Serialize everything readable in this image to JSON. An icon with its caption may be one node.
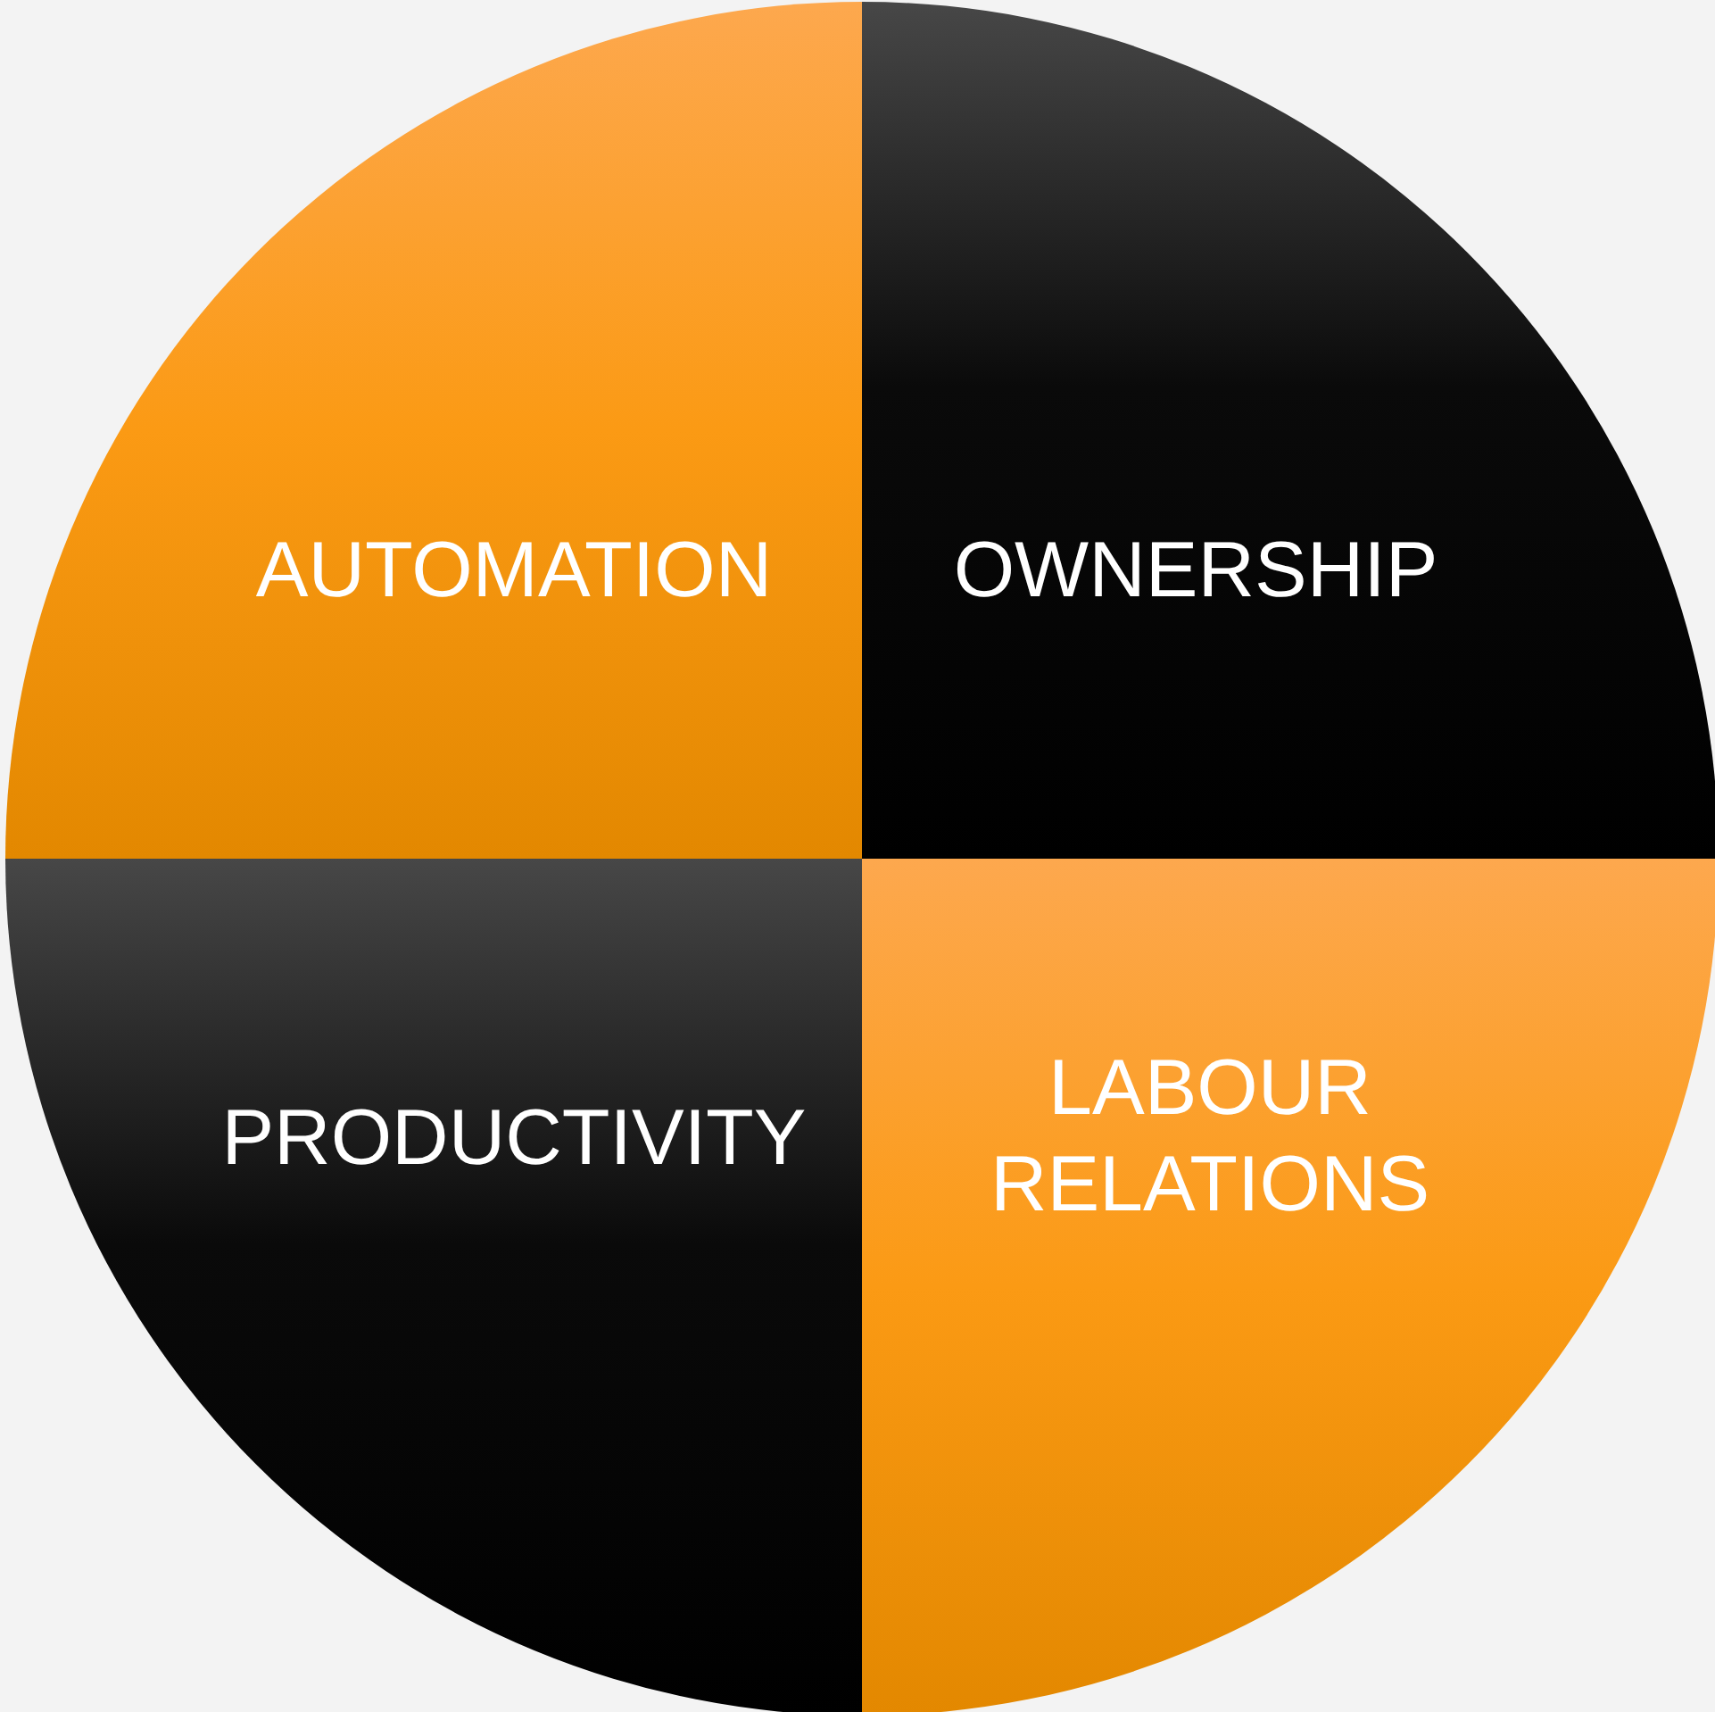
{
  "diagram": {
    "nodes": [
      {
        "text": [
          "AUTOMATION"
        ]
      },
      {
        "text": [
          "OWNERSHIP"
        ]
      },
      {
        "text": [
          "PRODUCTIVITY"
        ]
      },
      {
        "text": [
          "LABOUR RELATIONS"
        ]
      }
    ]
  }
}
